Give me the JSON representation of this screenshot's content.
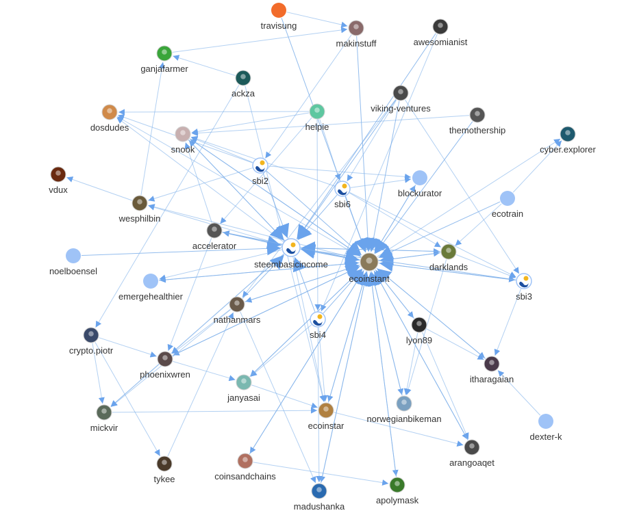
{
  "graph": {
    "nodes": [
      {
        "id": "travisung",
        "label": "travisung",
        "icon": "orange-dot-icon",
        "color": "#f26c2b"
      },
      {
        "id": "makinstuff",
        "label": "makinstuff",
        "icon": "avatar-photo-icon",
        "color": "#8a6a6a"
      },
      {
        "id": "awesomianist",
        "label": "awesomianist",
        "icon": "avatar-photo-icon",
        "color": "#3a3a3a"
      },
      {
        "id": "ganjafarmer",
        "label": "ganjafarmer",
        "icon": "avatar-leaf-icon",
        "color": "#3aa53a"
      },
      {
        "id": "ackza",
        "label": "ackza",
        "icon": "avatar-photo-icon",
        "color": "#1c5a5a"
      },
      {
        "id": "viking-ventures",
        "label": "viking-ventures",
        "icon": "avatar-photo-icon",
        "color": "#4a4a4a"
      },
      {
        "id": "dosdudes",
        "label": "dosdudes",
        "icon": "avatar-photo-icon",
        "color": "#d08a4a"
      },
      {
        "id": "helpie",
        "label": "helpie",
        "icon": "avatar-logo-icon",
        "color": "#5ec7a0"
      },
      {
        "id": "themothership",
        "label": "themothership",
        "icon": "avatar-photo-icon",
        "color": "#555555"
      },
      {
        "id": "snook",
        "label": "snook",
        "icon": "avatar-photo-icon",
        "color": "#c8b0b0"
      },
      {
        "id": "cyber.explorer",
        "label": "cyber.explorer",
        "icon": "avatar-photo-icon",
        "color": "#1e5a6e"
      },
      {
        "id": "sbi2",
        "label": "sbi2",
        "icon": "sbi-hand-icon",
        "color": "#1c4fa0"
      },
      {
        "id": "vdux",
        "label": "vdux",
        "icon": "avatar-photo-icon",
        "color": "#6a2a10"
      },
      {
        "id": "sbi6",
        "label": "sbi6",
        "icon": "sbi-hand-icon",
        "color": "#1c4fa0"
      },
      {
        "id": "blockurator",
        "label": "blockurator",
        "icon": "blue-dot-icon",
        "color": "#9fc3f7"
      },
      {
        "id": "ecotrain",
        "label": "ecotrain",
        "icon": "blue-dot-icon",
        "color": "#9fc3f7"
      },
      {
        "id": "wesphilbin",
        "label": "wesphilbin",
        "icon": "avatar-photo-icon",
        "color": "#6a5a3a"
      },
      {
        "id": "accelerator",
        "label": "accelerator",
        "icon": "avatar-logo-icon",
        "color": "#555555"
      },
      {
        "id": "steembasicincome",
        "label": "steembasicincome",
        "icon": "sbi-hand-icon",
        "color": "#1c4fa0"
      },
      {
        "id": "darklands",
        "label": "darklands",
        "icon": "avatar-photo-icon",
        "color": "#6a7a3a"
      },
      {
        "id": "noelboensel",
        "label": "noelboensel",
        "icon": "blue-dot-icon",
        "color": "#9fc3f7"
      },
      {
        "id": "ecoinstant",
        "label": "ecoinstant",
        "icon": "avatar-photo-icon",
        "color": "#8a7a5a"
      },
      {
        "id": "sbi3",
        "label": "sbi3",
        "icon": "sbi-hand-icon",
        "color": "#1c4fa0"
      },
      {
        "id": "emergehealthier",
        "label": "emergehealthier",
        "icon": "blue-dot-icon",
        "color": "#9fc3f7"
      },
      {
        "id": "nathanmars",
        "label": "nathanmars",
        "icon": "avatar-photo-icon",
        "color": "#6a5a4a"
      },
      {
        "id": "sbi4",
        "label": "sbi4",
        "icon": "sbi-hand-icon",
        "color": "#1c4fa0"
      },
      {
        "id": "lyon89",
        "label": "lyon89",
        "icon": "avatar-photo-icon",
        "color": "#2a2a2a"
      },
      {
        "id": "crypto.piotr",
        "label": "crypto.piotr",
        "icon": "avatar-photo-icon",
        "color": "#3a4a6a"
      },
      {
        "id": "phoenixwren",
        "label": "phoenixwren",
        "icon": "avatar-photo-icon",
        "color": "#5a4a4a"
      },
      {
        "id": "itharagaian",
        "label": "itharagaian",
        "icon": "avatar-photo-icon",
        "color": "#4a3a4a"
      },
      {
        "id": "janyasai",
        "label": "janyasai",
        "icon": "avatar-photo-icon",
        "color": "#7ab8b0"
      },
      {
        "id": "ecoinstar",
        "label": "ecoinstar",
        "icon": "avatar-photo-icon",
        "color": "#b08040"
      },
      {
        "id": "norwegianbikeman",
        "label": "norwegianbikeman",
        "icon": "avatar-photo-icon",
        "color": "#7aa0c0"
      },
      {
        "id": "mickvir",
        "label": "mickvir",
        "icon": "avatar-photo-icon",
        "color": "#5a6a5a"
      },
      {
        "id": "dexter-k",
        "label": "dexter-k",
        "icon": "blue-dot-icon",
        "color": "#9fc3f7"
      },
      {
        "id": "arangoaqet",
        "label": "arangoaqet",
        "icon": "avatar-photo-icon",
        "color": "#4a4a4a"
      },
      {
        "id": "tykee",
        "label": "tykee",
        "icon": "avatar-photo-icon",
        "color": "#4a3a2a"
      },
      {
        "id": "coinsandchains",
        "label": "coinsandchains",
        "icon": "avatar-photo-icon",
        "color": "#b07060"
      },
      {
        "id": "madushanka",
        "label": "madushanka",
        "icon": "avatar-logo-icon",
        "color": "#2a6ab0"
      },
      {
        "id": "apolymask",
        "label": "apolymask",
        "icon": "avatar-photo-icon",
        "color": "#3a7a2a"
      }
    ],
    "edges": [
      [
        "travisung",
        "makinstuff"
      ],
      [
        "travisung",
        "ecoinstant"
      ],
      [
        "ganjafarmer",
        "makinstuff"
      ],
      [
        "ackza",
        "ganjafarmer"
      ],
      [
        "ackza",
        "ecoinstar"
      ],
      [
        "ackza",
        "crypto.piotr"
      ],
      [
        "helpie",
        "snook"
      ],
      [
        "helpie",
        "sbi6"
      ],
      [
        "helpie",
        "sbi4"
      ],
      [
        "helpie",
        "dosdudes"
      ],
      [
        "helpie",
        "accelerator"
      ],
      [
        "viking-ventures",
        "ecoinstant"
      ],
      [
        "viking-ventures",
        "sbi6"
      ],
      [
        "viking-ventures",
        "steembasicincome"
      ],
      [
        "viking-ventures",
        "nathanmars"
      ],
      [
        "viking-ventures",
        "sbi3"
      ],
      [
        "awesomianist",
        "steembasicincome"
      ],
      [
        "awesomianist",
        "sbi4"
      ],
      [
        "makinstuff",
        "ecoinstant"
      ],
      [
        "makinstuff",
        "sbi2"
      ],
      [
        "themothership",
        "snook"
      ],
      [
        "themothership",
        "ecoinstant"
      ],
      [
        "sbi2",
        "dosdudes"
      ],
      [
        "sbi2",
        "snook"
      ],
      [
        "sbi2",
        "steembasicincome"
      ],
      [
        "sbi2",
        "ecoinstant"
      ],
      [
        "sbi2",
        "wesphilbin"
      ],
      [
        "sbi2",
        "blockurator"
      ],
      [
        "sbi6",
        "blockurator"
      ],
      [
        "sbi6",
        "steembasicincome"
      ],
      [
        "sbi6",
        "ecoinstant"
      ],
      [
        "sbi6",
        "snook"
      ],
      [
        "sbi6",
        "darklands"
      ],
      [
        "sbi6",
        "sbi3"
      ],
      [
        "steembasicincome",
        "ecoinstant"
      ],
      [
        "steembasicincome",
        "dosdudes"
      ],
      [
        "steembasicincome",
        "snook"
      ],
      [
        "steembasicincome",
        "wesphilbin"
      ],
      [
        "steembasicincome",
        "emergehealthier"
      ],
      [
        "steembasicincome",
        "phoenixwren"
      ],
      [
        "steembasicincome",
        "accelerator"
      ],
      [
        "steembasicincome",
        "darklands"
      ],
      [
        "steembasicincome",
        "ecoinstar"
      ],
      [
        "steembasicincome",
        "mickvir"
      ],
      [
        "ecoinstant",
        "steembasicincome"
      ],
      [
        "ecoinstant",
        "darklands"
      ],
      [
        "ecoinstant",
        "sbi3"
      ],
      [
        "ecoinstant",
        "blockurator"
      ],
      [
        "ecoinstant",
        "cyber.explorer"
      ],
      [
        "ecoinstant",
        "arangoaqet"
      ],
      [
        "ecoinstant",
        "apolymask"
      ],
      [
        "ecoinstant",
        "madushanka"
      ],
      [
        "ecoinstant",
        "norwegianbikeman"
      ],
      [
        "ecoinstant",
        "itharagaian"
      ],
      [
        "ecoinstant",
        "janyasai"
      ],
      [
        "ecoinstant",
        "coinsandchains"
      ],
      [
        "ecoinstant",
        "ecoinstar"
      ],
      [
        "ecoinstant",
        "phoenixwren"
      ],
      [
        "ecoinstant",
        "nathanmars"
      ],
      [
        "ecoinstant",
        "accelerator"
      ],
      [
        "ecoinstant",
        "emergehealthier"
      ],
      [
        "ecoinstant",
        "lyon89"
      ],
      [
        "ecoinstant",
        "snook"
      ],
      [
        "ecoinstant",
        "dosdudes"
      ],
      [
        "ecoinstant",
        "wesphilbin"
      ],
      [
        "darklands",
        "sbi3"
      ],
      [
        "darklands",
        "ecoinstant"
      ],
      [
        "darklands",
        "norwegianbikeman"
      ],
      [
        "darklands",
        "steembasicincome"
      ],
      [
        "sbi3",
        "ecoinstant"
      ],
      [
        "sbi3",
        "itharagaian"
      ],
      [
        "sbi3",
        "steembasicincome"
      ],
      [
        "ecotrain",
        "darklands"
      ],
      [
        "ecotrain",
        "cyber.explorer"
      ],
      [
        "ecotrain",
        "ecoinstant"
      ],
      [
        "accelerator",
        "steembasicincome"
      ],
      [
        "accelerator",
        "ecoinstant"
      ],
      [
        "accelerator",
        "snook"
      ],
      [
        "accelerator",
        "phoenixwren"
      ],
      [
        "noelboensel",
        "steembasicincome"
      ],
      [
        "nathanmars",
        "phoenixwren"
      ],
      [
        "nathanmars",
        "madushanka"
      ],
      [
        "nathanmars",
        "ecoinstant"
      ],
      [
        "nathanmars",
        "mickvir"
      ],
      [
        "nathanmars",
        "steembasicincome"
      ],
      [
        "sbi4",
        "ecoinstant"
      ],
      [
        "sbi4",
        "steembasicincome"
      ],
      [
        "sbi4",
        "ecoinstar"
      ],
      [
        "sbi4",
        "janyasai"
      ],
      [
        "sbi4",
        "madushanka"
      ],
      [
        "lyon89",
        "ecoinstant"
      ],
      [
        "lyon89",
        "norwegianbikeman"
      ],
      [
        "lyon89",
        "arangoaqet"
      ],
      [
        "lyon89",
        "itharagaian"
      ],
      [
        "crypto.piotr",
        "mickvir"
      ],
      [
        "crypto.piotr",
        "tykee"
      ],
      [
        "crypto.piotr",
        "phoenixwren"
      ],
      [
        "phoenixwren",
        "mickvir"
      ],
      [
        "phoenixwren",
        "ecoinstant"
      ],
      [
        "phoenixwren",
        "janyasai"
      ],
      [
        "janyasai",
        "ecoinstar"
      ],
      [
        "janyasai",
        "ecoinstant"
      ],
      [
        "ecoinstar",
        "ecoinstant"
      ],
      [
        "ecoinstar",
        "arangoaqet"
      ],
      [
        "mickvir",
        "ecoinstar"
      ],
      [
        "norwegianbikeman",
        "ecoinstant"
      ],
      [
        "dexter-k",
        "itharagaian"
      ],
      [
        "itharagaian",
        "ecoinstant"
      ],
      [
        "arangoaqet",
        "ecoinstant"
      ],
      [
        "tykee",
        "nathanmars"
      ],
      [
        "coinsandchains",
        "apolymask"
      ],
      [
        "coinsandchains",
        "ecoinstant"
      ],
      [
        "madushanka",
        "ecoinstant"
      ],
      [
        "apolymask",
        "ecoinstant"
      ],
      [
        "wesphilbin",
        "vdux"
      ],
      [
        "wesphilbin",
        "ganjafarmer"
      ],
      [
        "snook",
        "ecoinstant"
      ],
      [
        "snook",
        "steembasicincome"
      ],
      [
        "emergehealthier",
        "ecoinstant"
      ],
      [
        "blockurator",
        "ecoinstant"
      ]
    ]
  }
}
